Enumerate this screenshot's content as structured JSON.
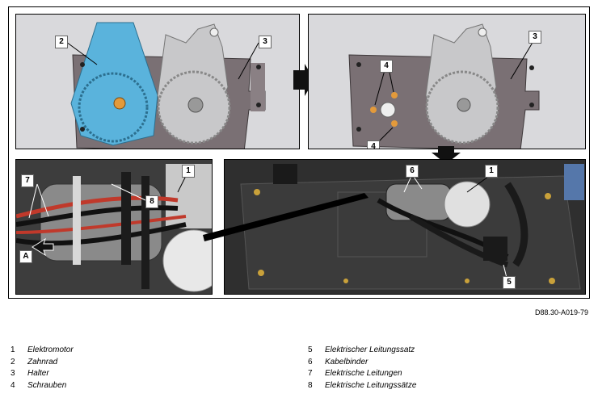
{
  "figure_id": "D88.30-A019-79",
  "callouts": {
    "p1": [
      "2",
      "3"
    ],
    "p2": [
      "3",
      "4",
      "4"
    ],
    "p3": [
      "1",
      "7",
      "8",
      "A"
    ],
    "p4": [
      "6",
      "1",
      "5"
    ]
  },
  "legend": [
    {
      "num": "1",
      "text": "Elektromotor"
    },
    {
      "num": "2",
      "text": "Zahnrad"
    },
    {
      "num": "3",
      "text": "Halter"
    },
    {
      "num": "4",
      "text": "Schrauben"
    },
    {
      "num": "5",
      "text": "Elektrischer Leitungssatz"
    },
    {
      "num": "6",
      "text": "Kabelbinder"
    },
    {
      "num": "7",
      "text": "Elektrische Leitungen"
    },
    {
      "num": "8",
      "text": "Elektrische Leitungssätze"
    }
  ],
  "colors": {
    "gear_blue": "#5ab3dc",
    "bracket_gray": "#7a7074",
    "gear_silver": "#c8c8ca",
    "screw_orange": "#e39a3b"
  }
}
